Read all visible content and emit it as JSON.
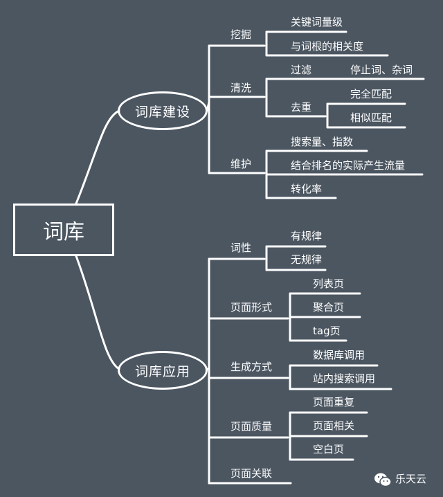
{
  "root": "词库",
  "branches": [
    {
      "label": "词库建设",
      "children": [
        {
          "label": "挖掘",
          "children": [
            "关键词量级",
            "与词根的相关度"
          ]
        },
        {
          "label": "清洗",
          "children": [
            {
              "label": "过滤",
              "children": [
                "停止词、杂词"
              ]
            },
            {
              "label": "去重",
              "children": [
                "完全匹配",
                "相似匹配"
              ]
            }
          ]
        },
        {
          "label": "维护",
          "children": [
            "搜索量、指数",
            "结合排名的实际产生流量",
            "转化率"
          ]
        }
      ]
    },
    {
      "label": "词库应用",
      "children": [
        {
          "label": "词性",
          "children": [
            "有规律",
            "无规律"
          ]
        },
        {
          "label": "页面形式",
          "children": [
            "列表页",
            "聚合页",
            "tag页"
          ]
        },
        {
          "label": "生成方式",
          "children": [
            "数据库调用",
            "站内搜索调用"
          ]
        },
        {
          "label": "页面质量",
          "children": [
            "页面重复",
            "页面相关",
            "空白页"
          ]
        },
        {
          "label": "页面关联",
          "children": []
        }
      ]
    }
  ],
  "watermark": {
    "icon": "wechat-icon",
    "text": "乐天云"
  }
}
